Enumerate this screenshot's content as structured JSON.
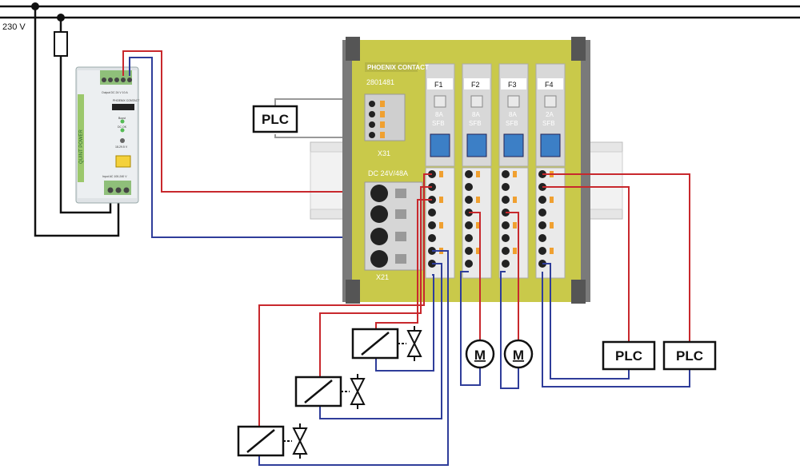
{
  "supply": {
    "voltage_label": "230 V"
  },
  "power_supply": {
    "brand_top": "PHOENIX CONTACT",
    "model_text": "QUINT POWER",
    "output_text": "Output DC 24 V 10 A",
    "input_text": "Input AC 100-240 V",
    "led1": "Boost",
    "led2": "DC OK",
    "adj": "18-29.5 V"
  },
  "distribution_module": {
    "brand": "PHOENIX CONTACT",
    "part_number": "2801481",
    "signal_terminal": "X31",
    "supply_terminal": "X21",
    "supply_rating": "DC 24V/48A",
    "fuses": [
      {
        "label": "F1",
        "rating": "8A",
        "type": "SFB"
      },
      {
        "label": "F2",
        "rating": "8A",
        "type": "SFB"
      },
      {
        "label": "F3",
        "rating": "8A",
        "type": "SFB"
      },
      {
        "label": "F4",
        "rating": "2A",
        "type": "SFB"
      }
    ]
  },
  "loads": {
    "plc_left": "PLC",
    "plc_right_1": "PLC",
    "plc_right_2": "PLC",
    "motor_1": "M",
    "motor_2": "M"
  },
  "colors": {
    "positive_wire": "#c8282d",
    "negative_wire": "#2f3d9a",
    "module_body": "#c9c94a"
  }
}
